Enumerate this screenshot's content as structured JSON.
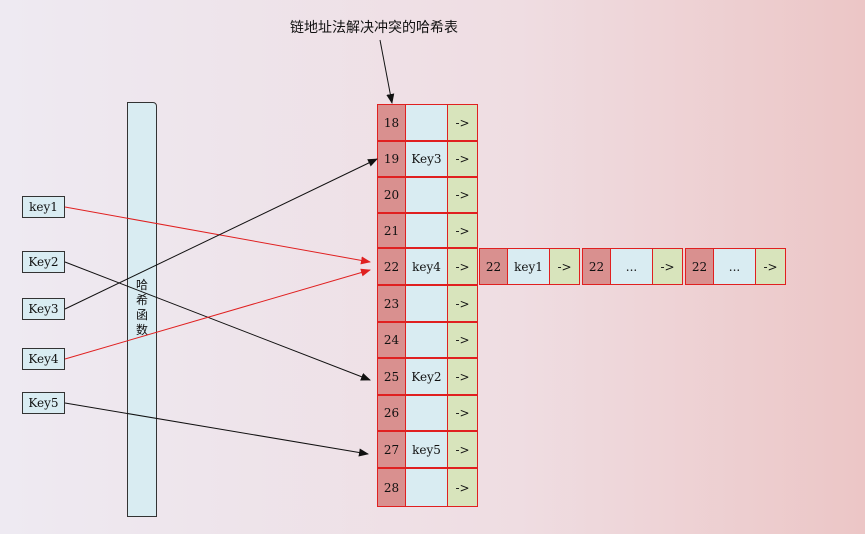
{
  "title": "链地址法解决冲突的哈希表",
  "hash_function_label": "哈\n希\n函\n数",
  "keys": [
    "key1",
    "Key2",
    "Key3",
    "Key4",
    "Key5"
  ],
  "table": [
    {
      "index": "18",
      "value": "",
      "arrow": "->"
    },
    {
      "index": "19",
      "value": "Key3",
      "arrow": "->"
    },
    {
      "index": "20",
      "value": "",
      "arrow": "->"
    },
    {
      "index": "21",
      "value": "",
      "arrow": "->"
    },
    {
      "index": "22",
      "value": "key4",
      "arrow": "->"
    },
    {
      "index": "23",
      "value": "",
      "arrow": "->"
    },
    {
      "index": "24",
      "value": "",
      "arrow": "->"
    },
    {
      "index": "25",
      "value": "Key2",
      "arrow": "->"
    },
    {
      "index": "26",
      "value": "",
      "arrow": "->"
    },
    {
      "index": "27",
      "value": "key5",
      "arrow": "->"
    },
    {
      "index": "28",
      "value": "",
      "arrow": "->"
    }
  ],
  "chain": [
    {
      "index": "22",
      "value": "key1",
      "arrow": "->"
    },
    {
      "index": "22",
      "value": "...",
      "arrow": "->"
    },
    {
      "index": "22",
      "value": "...",
      "arrow": "->"
    }
  ],
  "colors": {
    "index_fill": "#d9908f",
    "value_fill": "#d9ecf2",
    "arrow_fill": "#d8e4bc",
    "border": "#e02020",
    "red_arrow": "#e02020",
    "black_arrow": "#111111"
  }
}
